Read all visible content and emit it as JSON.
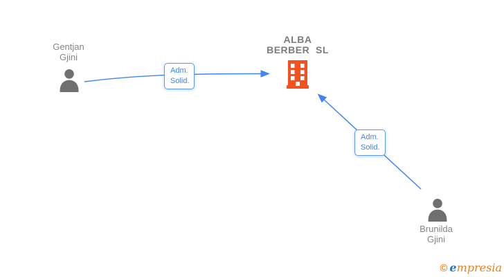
{
  "diagram_type": "company-shareholder-network",
  "colors": {
    "arrow_blue": "#4285f4",
    "edge_label_border": "#5d9bf2",
    "edge_label_text": "#4285f4",
    "node_name_gray": "#868686",
    "company_name_gray": "#7c7c7c",
    "person_icon_gray": "#6f6f6f",
    "building_orange": "#f4511e",
    "logo_orange": "#e8821e",
    "logo_blue": "#2477b4",
    "background": "#ffffff"
  },
  "nodes": {
    "company": {
      "type": "company",
      "name_line1": "ALBA",
      "name_line2": "BERBER  SL"
    },
    "person1": {
      "type": "person",
      "name_line1": "Gentjan",
      "name_line2": "Gjini"
    },
    "person2": {
      "type": "person",
      "name_line1": "Brunilda",
      "name_line2": "Gjini"
    }
  },
  "edges": [
    {
      "from": "Gentjan Gjini",
      "to": "ALBA BERBER SL",
      "label_line1": "Adm.",
      "label_line2": "Solid."
    },
    {
      "from": "Brunilda Gjini",
      "to": "ALBA BERBER SL",
      "label_line1": "Adm.",
      "label_line2": "Solid."
    }
  ],
  "watermark": {
    "copyright": "©",
    "brand_first_letter": "e",
    "brand_rest": "mpresia"
  }
}
